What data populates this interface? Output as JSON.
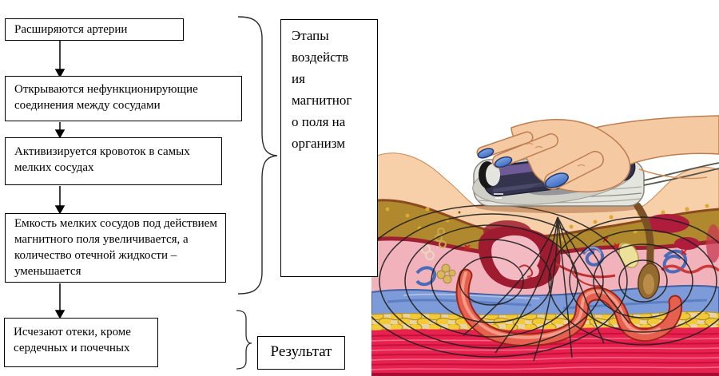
{
  "flowchart": {
    "boxes": [
      {
        "text": "Расширяются артерии"
      },
      {
        "text": "Открываются нефункционирующие соединения между сосудами"
      },
      {
        "text": "Активизируется кровоток в самых мелких сосудах"
      },
      {
        "text": "Емкость мелких сосудов под действием магнитного поля увеличивается, а количество отечной жидкости – уменьшается"
      },
      {
        "text": "Исчезают отеки, кроме сердечных и почечных"
      }
    ],
    "stages_box": {
      "text": "Этапы\nвоздейств\nия\nмагнитног\nо поля на\nорганизм"
    },
    "result_box": {
      "text": "Результат"
    }
  },
  "illustration": {
    "subject": "magnetotherapy-device-on-skin-cross-section",
    "colors": {
      "skin": "#f5c9a2",
      "skin_outline": "#bc7e50",
      "nail_blue": "#4f7ccc",
      "device_grey": "#e5e5df",
      "device_panel_navy": "#34344f",
      "device_panel_purple": "#6e5a96",
      "epidermis_gold": "#b0882e",
      "derma_pink": "#f2b2bc",
      "vein_blue": "#7d9bd8",
      "artery_red": "#e5604e",
      "fat_yellow": "#f2c937",
      "muscle_red": "#e8224e",
      "field_line_black": "#1f1f1f"
    }
  }
}
